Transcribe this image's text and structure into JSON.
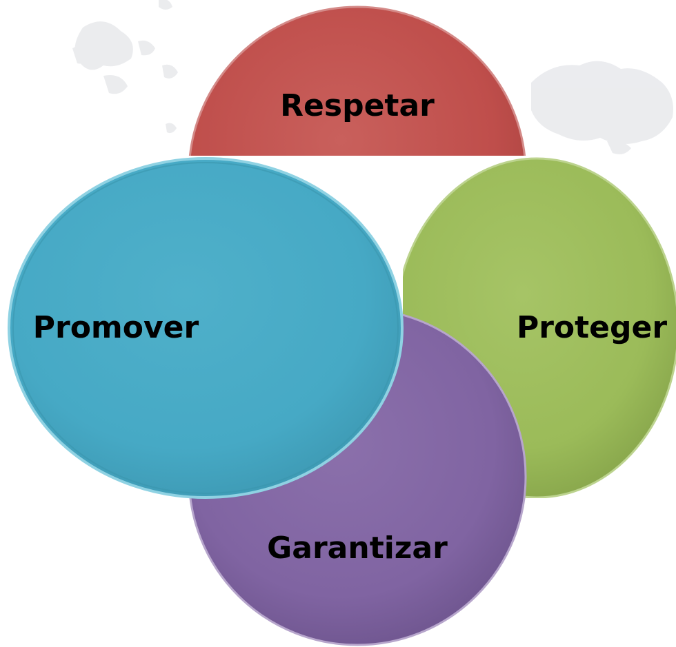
{
  "diagram": {
    "circles": [
      {
        "id": "respetar",
        "label": "Respetar",
        "color": "#c0504d"
      },
      {
        "id": "proteger",
        "label": "Proteger",
        "color": "#9bbb59"
      },
      {
        "id": "garantizar",
        "label": "Garantizar",
        "color": "#8064a2"
      },
      {
        "id": "promover",
        "label": "Promover",
        "color": "#4bacc6"
      }
    ],
    "background_color": "#ffffff",
    "map_watermark_color": "#e8e9ec"
  }
}
